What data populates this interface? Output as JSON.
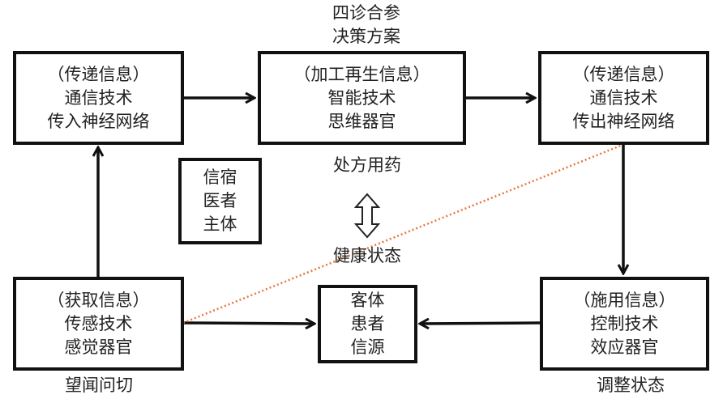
{
  "diagram": {
    "nodes": {
      "afferent": {
        "lines": [
          "（传递信息）",
          "通信技术",
          "传入神经网络"
        ]
      },
      "processing": {
        "lines": [
          "（加工再生信息）",
          "智能技术",
          "思维器官"
        ]
      },
      "efferent": {
        "lines": [
          "（传递信息）",
          "通信技术",
          "传出神经网络"
        ]
      },
      "doctor": {
        "lines": [
          "信宿",
          "医者",
          "主体"
        ]
      },
      "acquisition": {
        "lines": [
          "（获取信息）",
          "传感技术",
          "感觉器官"
        ]
      },
      "patient": {
        "lines": [
          "客体",
          "患者",
          "信源"
        ]
      },
      "application": {
        "lines": [
          "（施用信息）",
          "控制技术",
          "效应器官"
        ]
      }
    },
    "labels": {
      "decision": [
        "四诊合参",
        "决策方案"
      ],
      "prescription": "处方用药",
      "health_state": "健康状态",
      "diagnosis": "望闻问切",
      "adjust_state": "调整状态"
    },
    "colors": {
      "line": "#111111",
      "dotted_link": "#e8763a"
    }
  }
}
